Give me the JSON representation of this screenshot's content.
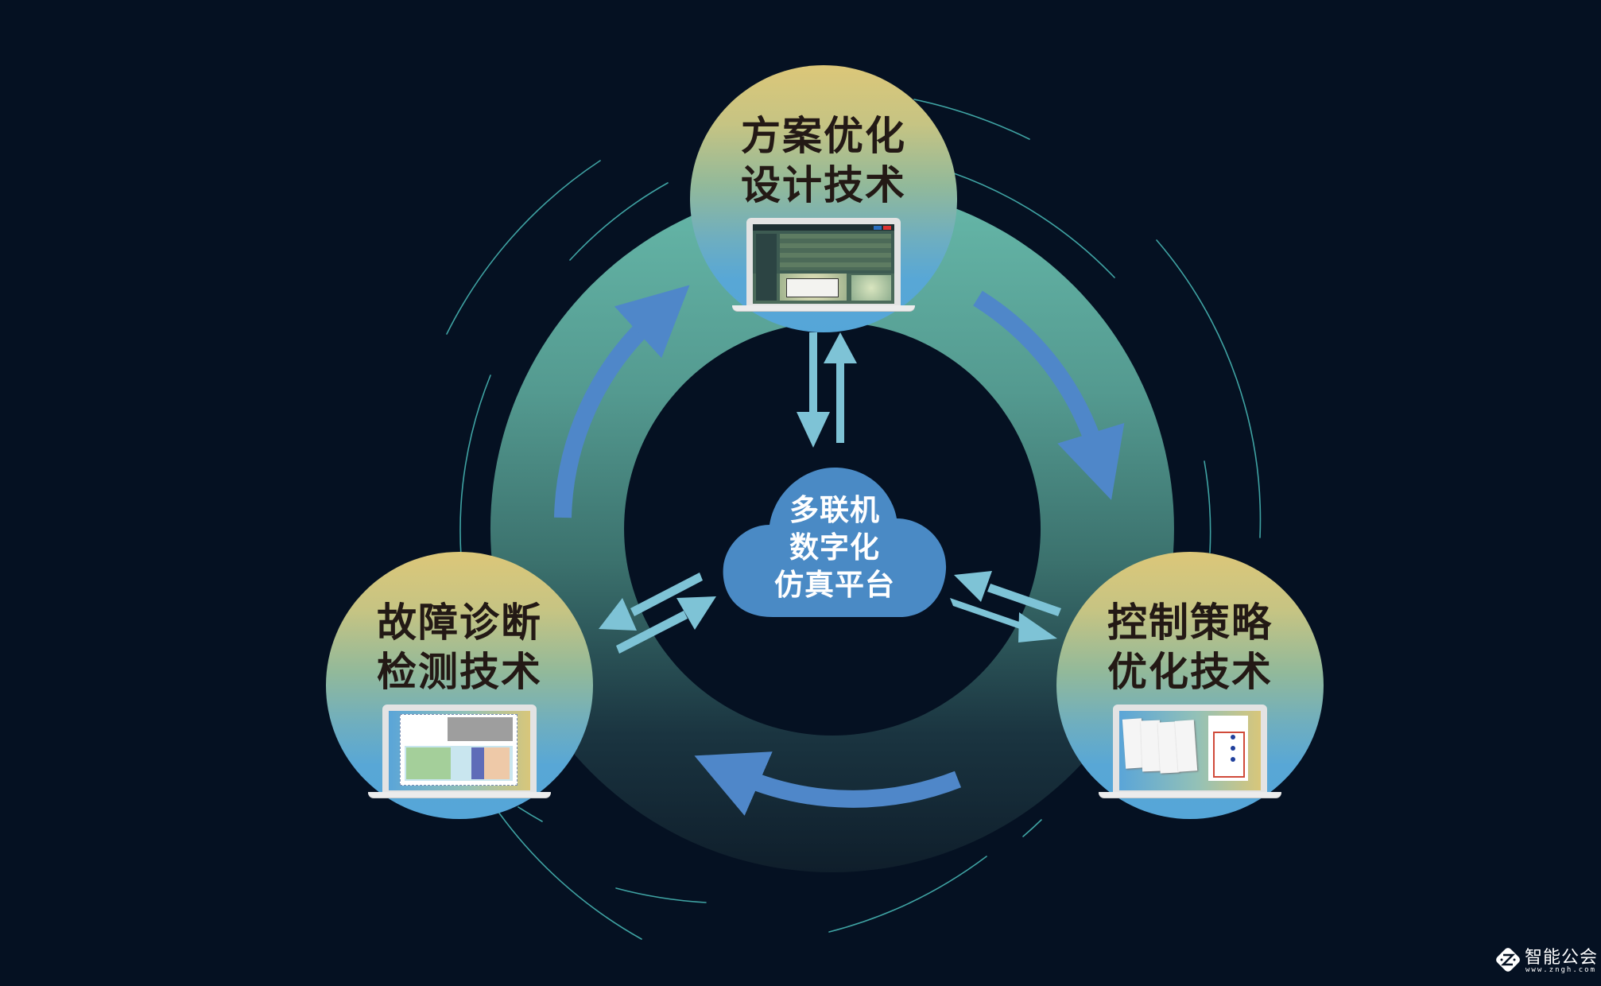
{
  "colors": {
    "background": "#051122",
    "ring_top": "#62b2a5",
    "ring_bottom": "#0f1f2c",
    "flow_arrow": "#4f87c9",
    "exchange_arrow": "#7ec3d6",
    "cloud": "#4a8ac5",
    "thin_arcs": "#3fa3a3",
    "node_gradient_top": "#dcc779",
    "node_gradient_bottom": "#55a6d8",
    "node_text": "#231915"
  },
  "center": {
    "icon": "cloud-icon",
    "lines": [
      "多联机",
      "数字化",
      "仿真平台"
    ]
  },
  "nodes": [
    {
      "id": "design",
      "lines": [
        "方案优化",
        "设计技术"
      ],
      "illustration": "laptop-design-software-screenshot"
    },
    {
      "id": "control",
      "lines": [
        "控制策略",
        "优化技术"
      ],
      "illustration": "laptop-control-logic-screenshot"
    },
    {
      "id": "diagnosis",
      "lines": [
        "故障诊断",
        "检测技术"
      ],
      "illustration": "laptop-fault-diagnosis-screenshot"
    }
  ],
  "flow": {
    "direction": "clockwise",
    "arrows": [
      "diagnosis-to-design",
      "design-to-control",
      "control-to-diagnosis"
    ]
  },
  "exchanges": [
    "design<->platform",
    "diagnosis<->platform",
    "control<->platform"
  ],
  "watermark": {
    "icon": "zngh-logo-icon",
    "title": "智能公会",
    "url": "www.zngh.com"
  }
}
